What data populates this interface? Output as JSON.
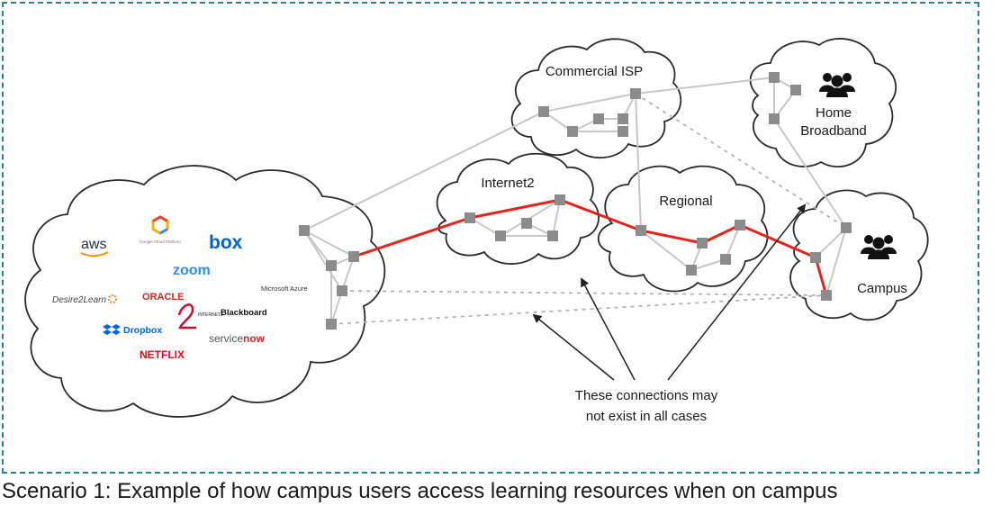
{
  "caption": "Scenario 1: Example of how campus users access learning resources when on campus",
  "clouds": {
    "commercial_isp": "Commercial ISP",
    "home_broadband": [
      "Home",
      "Broadband"
    ],
    "internet2": "Internet2",
    "regional": "Regional",
    "campus": "Campus"
  },
  "providers": {
    "aws": "aws",
    "google_cloud": "Google Cloud Platform",
    "box": "box",
    "zoom": "zoom",
    "desire2learn": "Desire2Learn",
    "oracle": "ORACLE",
    "microsoft_azure": "Microsoft Azure",
    "internet2": "INTERNET2",
    "blackboard": "Blackboard",
    "dropbox": "Dropbox",
    "servicenow_service": "service",
    "servicenow_now": "now",
    "netflix": "NETFLIX"
  },
  "annotation": [
    "These connections may",
    "not exist in all cases"
  ],
  "colors": {
    "path": "#e8231c",
    "node": "#8c8c8c",
    "link": "#c8c8c8",
    "cloud_stroke": "#2a2a2a",
    "frame": "#2f7f8a"
  },
  "icons": [
    "users-icon",
    "aws-smile-icon",
    "google-cloud-icon",
    "dropbox-icon"
  ]
}
